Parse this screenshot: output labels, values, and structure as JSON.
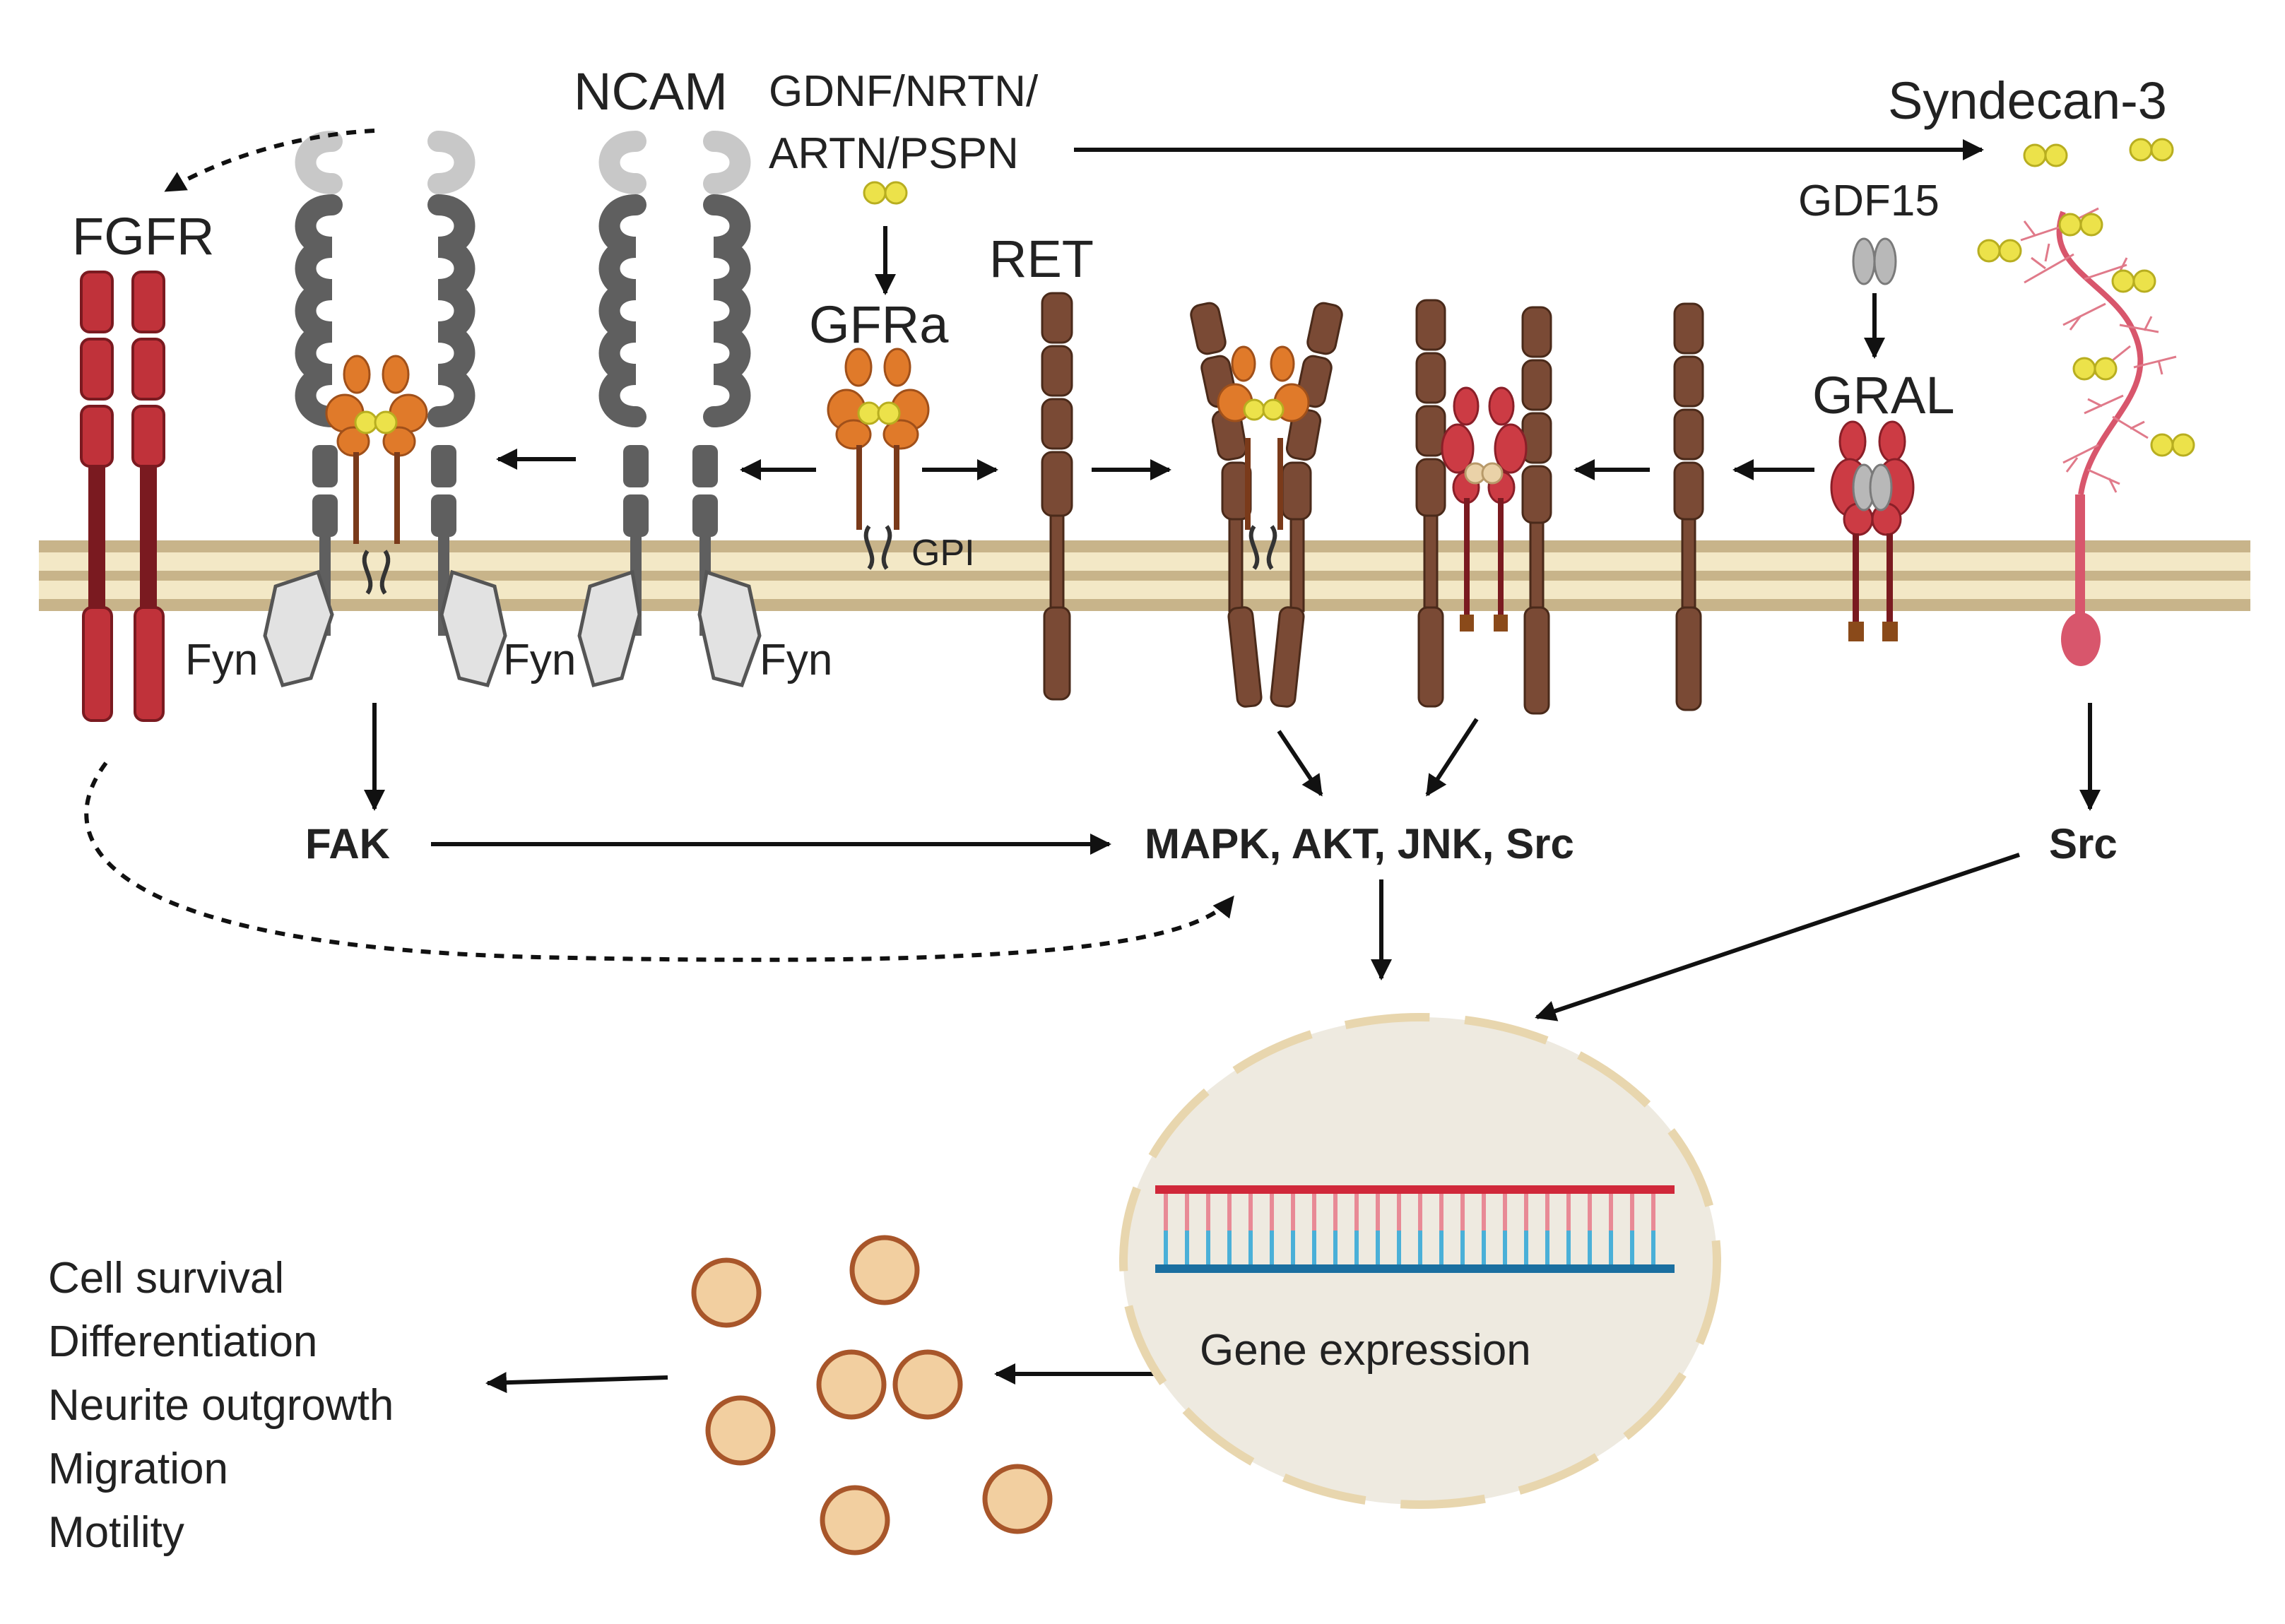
{
  "labels": {
    "ncam": "NCAM",
    "ligand_line1": "GDNF/NRTN/",
    "ligand_line2": "ARTN/PSPN",
    "syndecan": "Syndecan-3",
    "gdf15": "GDF15",
    "fgfr": "FGFR",
    "ret": "RET",
    "gfra": "GFRa",
    "gral": "GRAL",
    "gpi": "GPI",
    "fyn": "Fyn",
    "fak": "FAK",
    "pathways": "MAPK, AKT, JNK, Src",
    "src": "Src",
    "gene_expression": "Gene expression"
  },
  "outcomes": [
    "Cell survival",
    "Differentiation",
    "Neurite outgrowth",
    "Migration",
    "Motility"
  ],
  "colors": {
    "membrane_outer": "#c8b48a",
    "membrane_inner": "#f3e8c6",
    "ncam_gray": "#5f5f5f",
    "ncam_light": "#c8c8c8",
    "fyn_fill": "#e2e2e2",
    "gfra_orange": "#e07a2a",
    "ligand_yellow": "#ece24a",
    "ret_brown": "#7a4a35",
    "fgfr_red": "#c0323a",
    "gral_red": "#cc3b44",
    "syndecan_pink": "#d8566c",
    "nucleus_fill": "#eeeae0",
    "nucleus_border": "#e8d6ae",
    "dna_red": "#d0283a",
    "dna_blue": "#1a6fa0",
    "vesicle_fill": "#f2cfa0",
    "vesicle_border": "#a8562a"
  }
}
